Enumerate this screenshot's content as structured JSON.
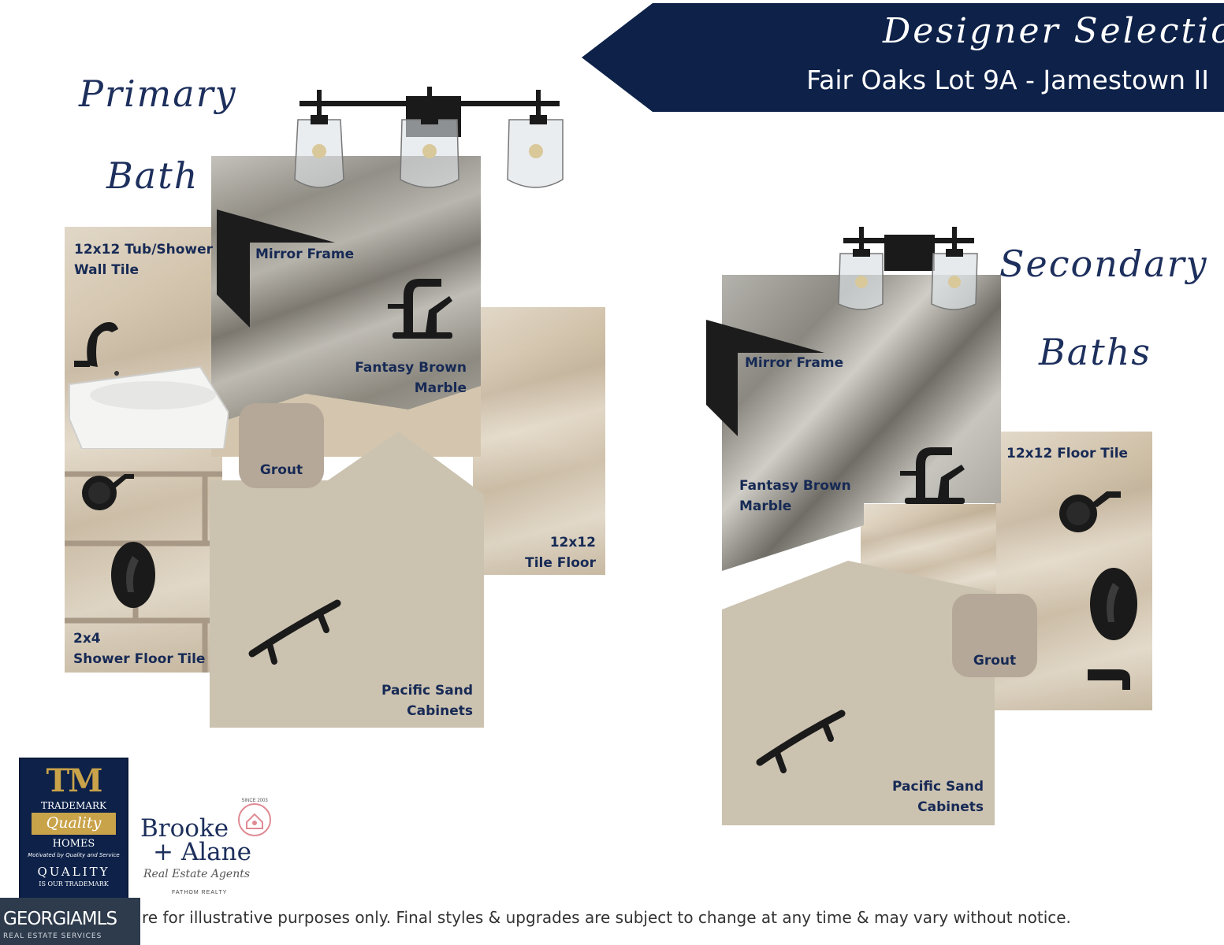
{
  "header": {
    "script_title": "Designer Selections",
    "subtitle": "Fair Oaks Lot 9A - Jamestown II"
  },
  "primary": {
    "title_line1": "Primary",
    "title_line2": "Bath",
    "labels": {
      "wall_tile": "12x12 Tub/Shower\nWall Tile",
      "mirror_frame": "Mirror Frame",
      "marble": "Fantasy Brown\nMarble",
      "grout": "Grout",
      "tile_floor": "12x12\nTile Floor",
      "shower_floor": "2x4\nShower Floor Tile",
      "cabinets": "Pacific Sand\nCabinets"
    }
  },
  "secondary": {
    "title_line1": "Secondary",
    "title_line2": "Baths",
    "labels": {
      "mirror_frame": "Mirror Frame",
      "marble": "Fantasy Brown\nMarble",
      "floor_tile": "12x12 Floor Tile",
      "grout": "Grout",
      "cabinets": "Pacific Sand\nCabinets"
    }
  },
  "logos": {
    "trademark": {
      "monogram": "TM",
      "line1": "TRADEMARK",
      "line2": "Quality",
      "line3": "HOMES",
      "tagline": "Motivated by Quality and Service",
      "quality": "QUALITY",
      "quality_sub": "IS OUR TRADEMARK"
    },
    "brooke": {
      "since": "SINCE 2003",
      "line1": "Brooke",
      "line2": "+ Alane",
      "script": "Real Estate Agents",
      "fathom": "FATHOM REALTY"
    },
    "georgia_mls": {
      "name": "GEORGIAMLS",
      "sub": "REAL ESTATE SERVICES"
    }
  },
  "footer": {
    "disclaimer": "re for illustrative purposes only. Final styles & upgrades are subject to change at any time & may vary without notice."
  },
  "colors": {
    "navy": "#0d2149",
    "label_navy": "#172a55",
    "fixture_black": "#1a1a1a",
    "cabinet": "#cbc2b0",
    "grout": "#b5a898",
    "tile": "#d8cbb5",
    "marble": "#8e8c86"
  }
}
